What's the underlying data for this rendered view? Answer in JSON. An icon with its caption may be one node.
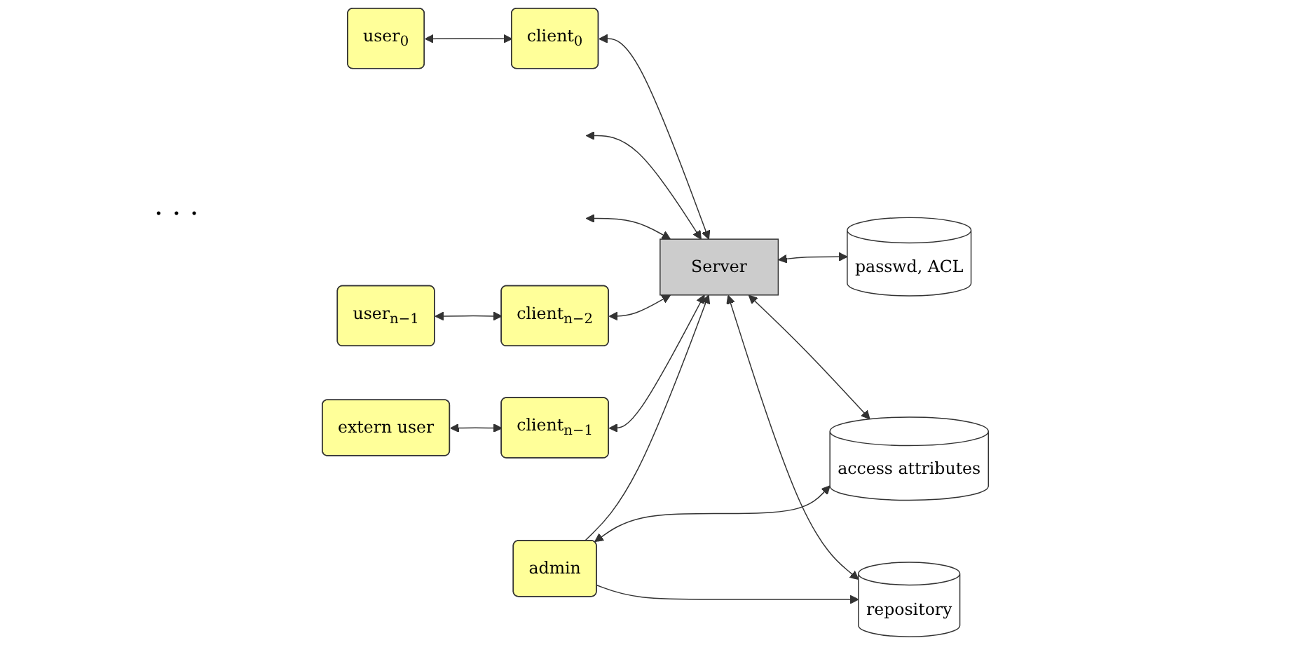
{
  "diagram": {
    "nodes": [
      {
        "text": [
          "user$_{0}$"
        ]
      },
      {
        "text": [
          "client$_{0}$"
        ]
      },
      {
        "text": [
          "user$_{n−1}$"
        ]
      },
      {
        "text": [
          "client$_{n−2}$"
        ]
      },
      {
        "text": [
          "extern user"
        ]
      },
      {
        "text": [
          "client$_{n−1}$"
        ]
      },
      {
        "text": [
          "Server"
        ]
      },
      {
        "text": [
          "admin"
        ]
      },
      {
        "text": [
          "repository"
        ]
      },
      {
        "text": [
          "passwd, ACL"
        ]
      },
      {
        "text": [
          "access attributes"
        ]
      }
    ],
    "edges": [
      {
        "from": 0,
        "to": 1,
        "arrow": "both"
      },
      {
        "from": 1,
        "to": 6,
        "arrow": "both"
      },
      {
        "from": null,
        "to": 6,
        "arrow": "both"
      },
      {
        "from": null,
        "to": 6,
        "arrow": "both"
      },
      {
        "from": 2,
        "to": 3,
        "arrow": "both"
      },
      {
        "from": 3,
        "to": 6,
        "arrow": "both"
      },
      {
        "from": 4,
        "to": 5,
        "arrow": "both"
      },
      {
        "from": 5,
        "to": 6,
        "arrow": "both"
      },
      {
        "from": 7,
        "to": 6,
        "arrow": "to"
      },
      {
        "from": 6,
        "to": 8,
        "arrow": "both"
      },
      {
        "from": 6,
        "to": 9,
        "arrow": "both"
      },
      {
        "from": 6,
        "to": 10,
        "arrow": "both"
      },
      {
        "from": 7,
        "to": 8,
        "arrow": "to"
      },
      {
        "from": 7,
        "to": 10,
        "arrow": "both"
      }
    ],
    "labels": [
      "· · ·"
    ]
  }
}
